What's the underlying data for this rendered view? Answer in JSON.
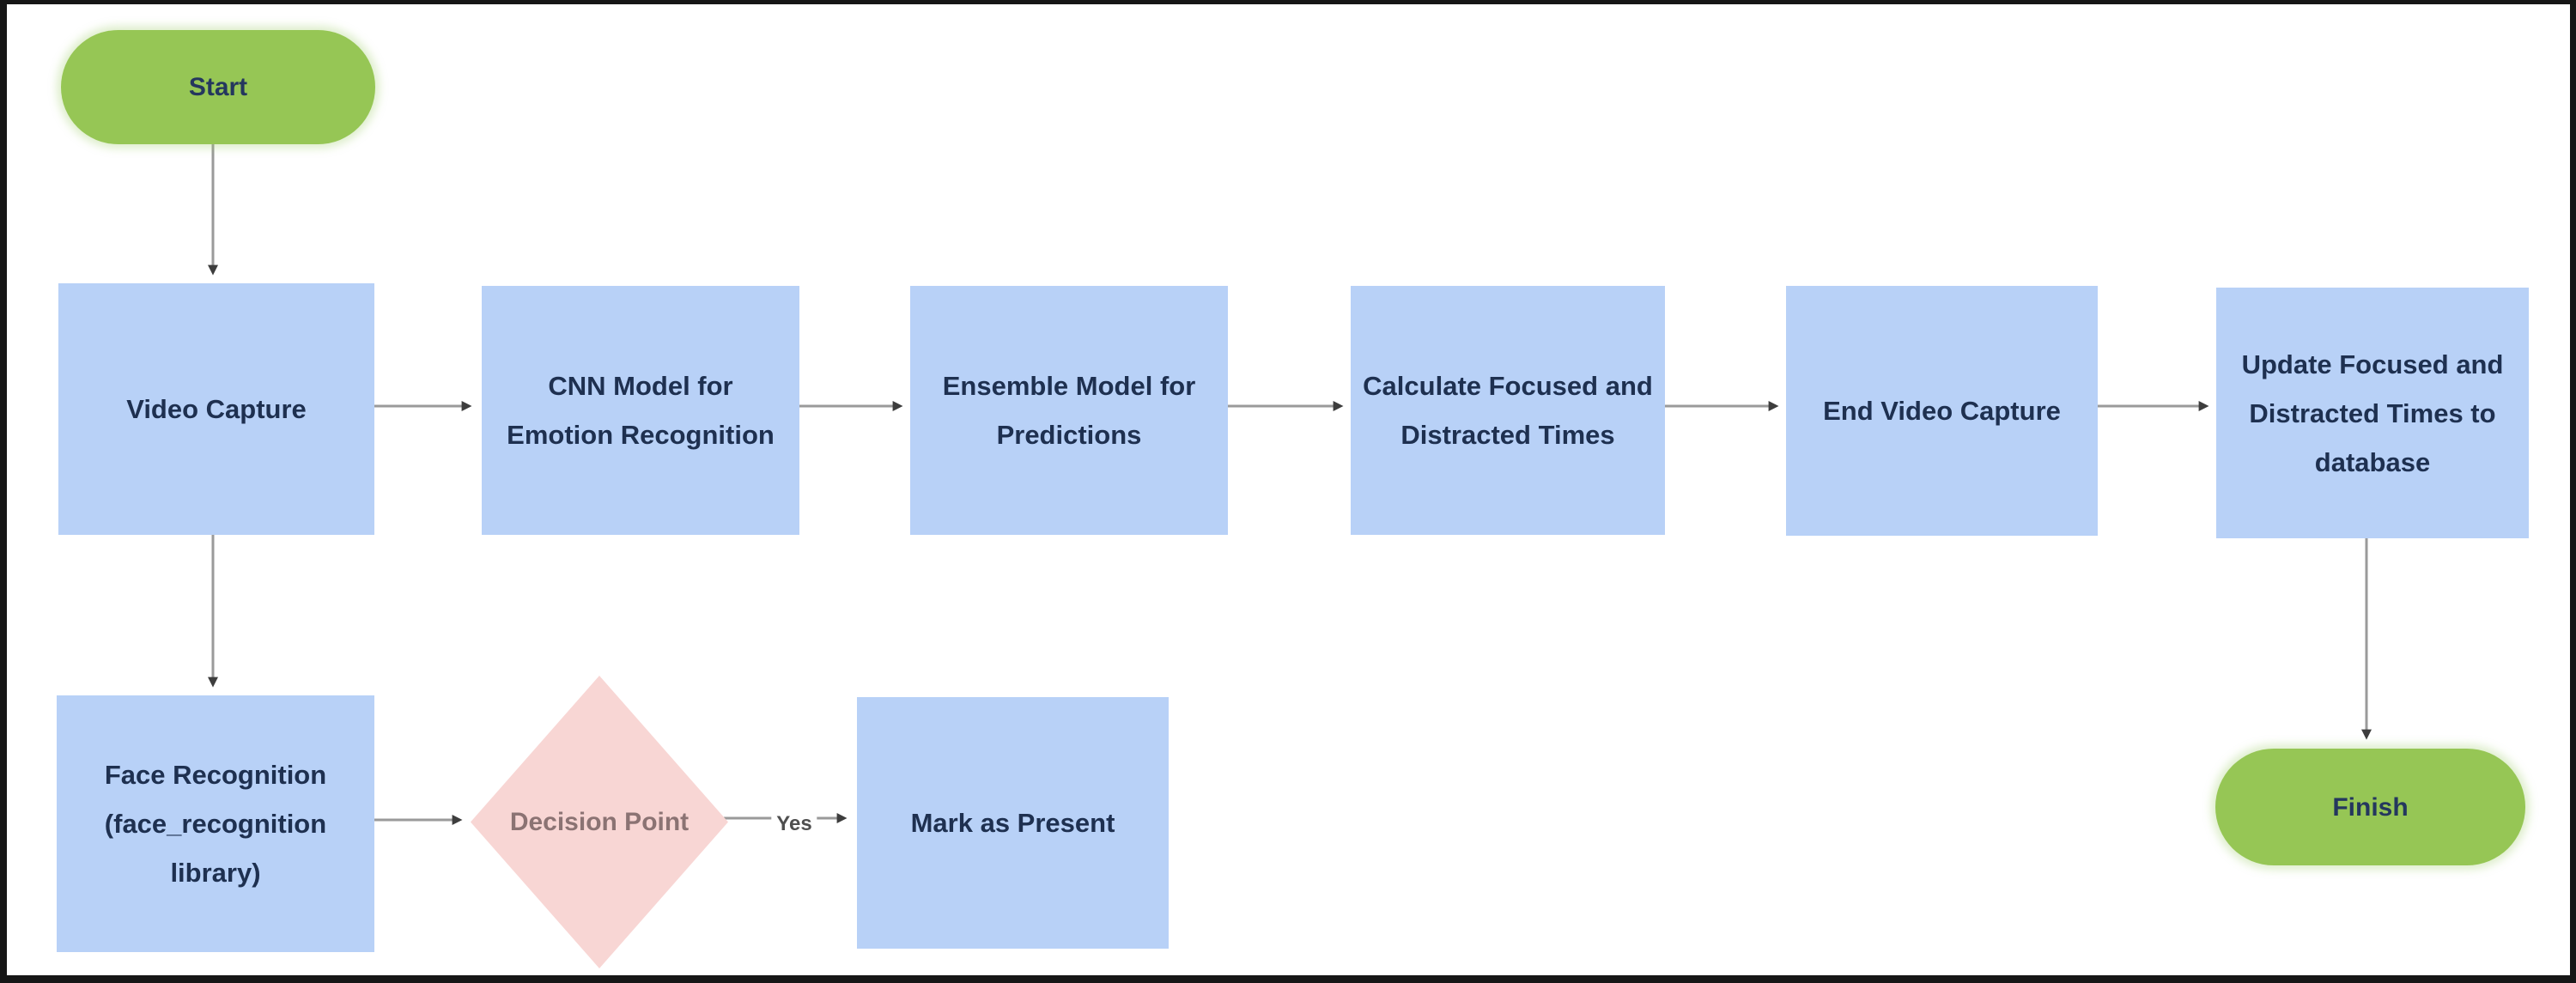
{
  "diagram": {
    "type": "flowchart",
    "colors": {
      "terminator_fill": "#96c655",
      "process_fill": "#b8d1f7",
      "decision_fill": "#f8d6d4",
      "connector": "#9a9a9a",
      "arrowhead": "#3d3d3d",
      "node_text": "#1e3050",
      "decision_text": "#8b7373",
      "edge_label_text": "#4f4f4f",
      "frame": "#161616",
      "background": "#ffffff"
    },
    "nodes": {
      "start": {
        "type": "terminator",
        "label": "Start"
      },
      "video_capture": {
        "type": "process",
        "label": "Video Capture"
      },
      "cnn_model": {
        "type": "process",
        "label": "CNN Model for Emotion Recognition"
      },
      "ensemble_model": {
        "type": "process",
        "label": "Ensemble Model for Predictions"
      },
      "calculate_times": {
        "type": "process",
        "label": "Calculate Focused and Distracted Times"
      },
      "end_video_capture": {
        "type": "process",
        "label": "End Video Capture"
      },
      "update_database": {
        "type": "process",
        "label": "Update Focused and Distracted Times to database"
      },
      "face_recognition": {
        "type": "process",
        "label": "Face Recognition (face_recognition library)"
      },
      "decision_point": {
        "type": "decision",
        "label": "Decision Point"
      },
      "mark_as_present": {
        "type": "process",
        "label": "Mark as Present"
      },
      "finish": {
        "type": "terminator",
        "label": "Finish"
      }
    },
    "edges": [
      {
        "from": "start",
        "to": "video_capture",
        "label": ""
      },
      {
        "from": "video_capture",
        "to": "cnn_model",
        "label": ""
      },
      {
        "from": "cnn_model",
        "to": "ensemble_model",
        "label": ""
      },
      {
        "from": "ensemble_model",
        "to": "calculate_times",
        "label": ""
      },
      {
        "from": "calculate_times",
        "to": "end_video_capture",
        "label": ""
      },
      {
        "from": "end_video_capture",
        "to": "update_database",
        "label": ""
      },
      {
        "from": "video_capture",
        "to": "face_recognition",
        "label": ""
      },
      {
        "from": "face_recognition",
        "to": "decision_point",
        "label": ""
      },
      {
        "from": "decision_point",
        "to": "mark_as_present",
        "label": "Yes"
      },
      {
        "from": "update_database",
        "to": "finish",
        "label": ""
      }
    ]
  }
}
